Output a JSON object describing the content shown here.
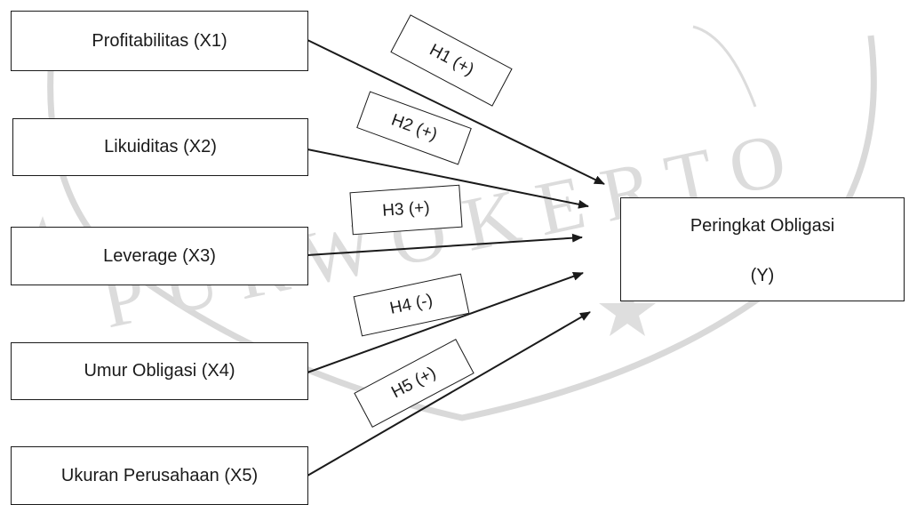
{
  "diagram": {
    "independents": [
      {
        "id": "x1",
        "label": "Profitabilitas (X1)"
      },
      {
        "id": "x2",
        "label": "Likuiditas (X2)"
      },
      {
        "id": "x3",
        "label": "Leverage (X3)"
      },
      {
        "id": "x4",
        "label": "Umur Obligasi (X4)"
      },
      {
        "id": "x5",
        "label": "Ukuran Perusahaan (X5)"
      }
    ],
    "dependent": {
      "label_line1": "Peringkat Obligasi",
      "label_line2": "(Y)"
    },
    "hypotheses": [
      {
        "id": "h1",
        "label": "H1 (+)"
      },
      {
        "id": "h2",
        "label": "H2 (+)"
      },
      {
        "id": "h3",
        "label": "H3 (+)"
      },
      {
        "id": "h4",
        "label": "H4 (-)"
      },
      {
        "id": "h5",
        "label": "H5 (+)"
      }
    ],
    "watermark_text": "PURWOKERTO",
    "colors": {
      "stroke": "#1a1a1a",
      "watermark": "#cfcfcf"
    }
  }
}
